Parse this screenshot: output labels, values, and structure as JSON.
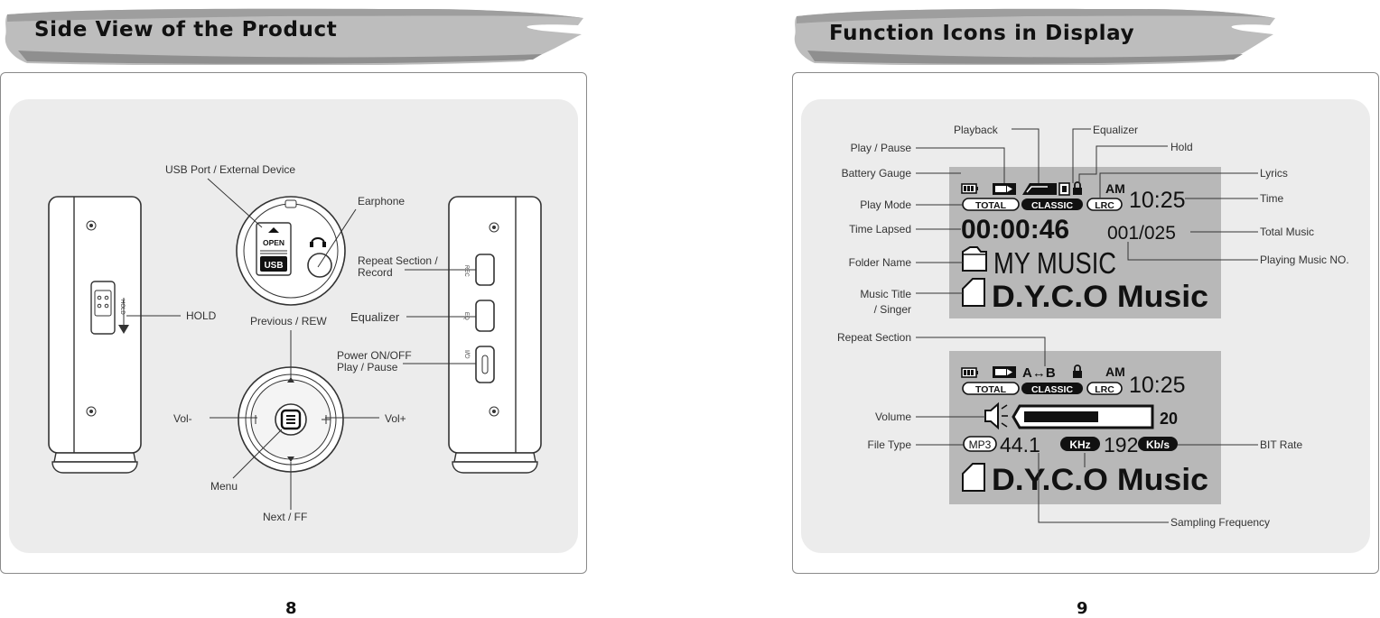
{
  "left_page": {
    "title": "Side View of the Product",
    "page_number": "8",
    "device_marks": {
      "open": "OPEN",
      "usb": "USB",
      "hold": "HOLD",
      "rec": "REC",
      "eq": "EQ",
      "power": "I/⏻"
    },
    "labels": {
      "usb_port": "USB Port / External Device",
      "earphone": "Earphone",
      "hold": "HOLD",
      "repeat_line1": "Repeat Section /",
      "repeat_line2": "Record",
      "equalizer": "Equalizer",
      "power_line1": "Power ON/OFF",
      "power_line2": "Play / Pause",
      "previous": "Previous / REW",
      "vol_minus": "Vol-",
      "vol_plus": "Vol+",
      "menu": "Menu",
      "next": "Next / FF"
    }
  },
  "right_page": {
    "title": "Function Icons in Display",
    "page_number": "9",
    "labels": {
      "playback": "Playback",
      "equalizer": "Equalizer",
      "hold": "Hold",
      "play_pause": "Play / Pause",
      "lyrics": "Lyrics",
      "battery": "Battery Gauge",
      "time": "Time",
      "play_mode": "Play Mode",
      "time_lapsed": "Time Lapsed",
      "total_music": "Total Music",
      "folder_name": "Folder Name",
      "playing_no": "Playing Music NO.",
      "music_title_line1": "Music Title",
      "music_title_line2": "/ Singer",
      "repeat_section": "Repeat Section",
      "volume": "Volume",
      "file_type": "File Type",
      "bit_rate": "BIT Rate",
      "sampling": "Sampling Frequency"
    },
    "display1": {
      "total": "TOTAL",
      "classic": "CLASSIC",
      "lrc": "LRC",
      "am": "AM",
      "clock": "10:25",
      "elapsed": "00:00:46",
      "track": "001/025",
      "folder": "MY MUSIC",
      "title": "D.Y.C.O Music"
    },
    "display2": {
      "total": "TOTAL",
      "classic": "CLASSIC",
      "lrc": "LRC",
      "am": "AM",
      "clock": "10:25",
      "repeat": "A↔B",
      "volume": "20",
      "volume_level": 0.6,
      "file_type": "MP3",
      "freq": "44.1",
      "khz": "KHz",
      "bitrate": "192",
      "kbs": "Kb/s",
      "title": "D.Y.C.O Music"
    }
  }
}
